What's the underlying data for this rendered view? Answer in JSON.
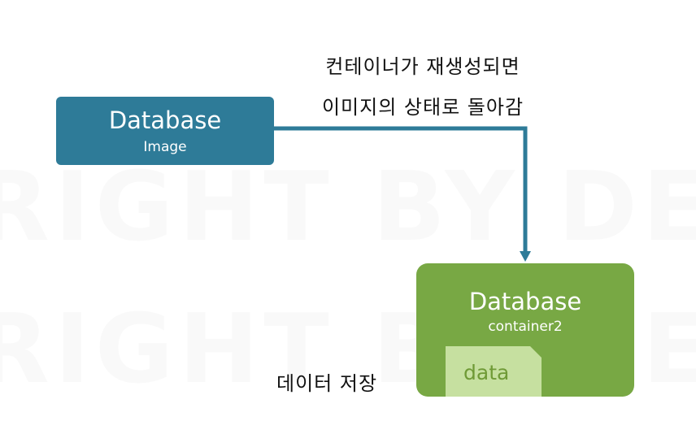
{
  "caption": {
    "line1": "컨테이너가 재생성되면",
    "line2": "이미지의 상태로 돌아감"
  },
  "image_box": {
    "title": "Database",
    "subtitle": "Image"
  },
  "container_box": {
    "title": "Database",
    "subtitle": "container2",
    "data_label": "data"
  },
  "store_label": "데이터 저장",
  "colors": {
    "image_fill": "#2e7b98",
    "container_fill": "#78a844",
    "data_doc_fill": "#c6e0a0",
    "connector": "#2e7b98"
  }
}
